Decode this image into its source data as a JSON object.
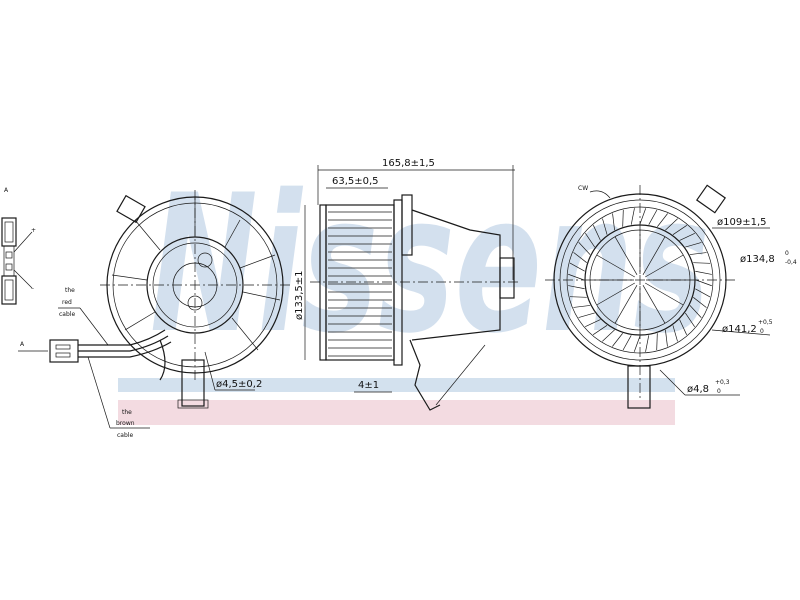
{
  "watermark": {
    "text": "Nissens",
    "color": "#c9d9ea",
    "band_blue": "#d3e1ee",
    "band_pink": "#f3dbe1"
  },
  "left_view": {
    "section_label_top": "A",
    "section_label_side": "A",
    "pin_plus": "+",
    "pin_minus": "–",
    "red_cable": [
      "the",
      "red",
      "cable"
    ],
    "brown_cable": [
      "the",
      "brown",
      "cable"
    ],
    "hole_dim": "ø4,5±0,2"
  },
  "side_view": {
    "overall_length": "165,8±1,5",
    "wheel_width": "63,5±0,5",
    "wheel_diameter": "ø133,5±1",
    "flange_offset": "4±1"
  },
  "front_view": {
    "rotation_label": "CW",
    "d1": "ø109±1,5",
    "d2": "ø134,8",
    "d2_tol_upper": "0",
    "d2_tol_lower": "-0,4",
    "d3": "ø141,2",
    "d3_tol_upper": "+0,5",
    "d3_tol_lower": "0",
    "d4": "ø4,8",
    "d4_tol_upper": "+0,3",
    "d4_tol_lower": "0"
  }
}
